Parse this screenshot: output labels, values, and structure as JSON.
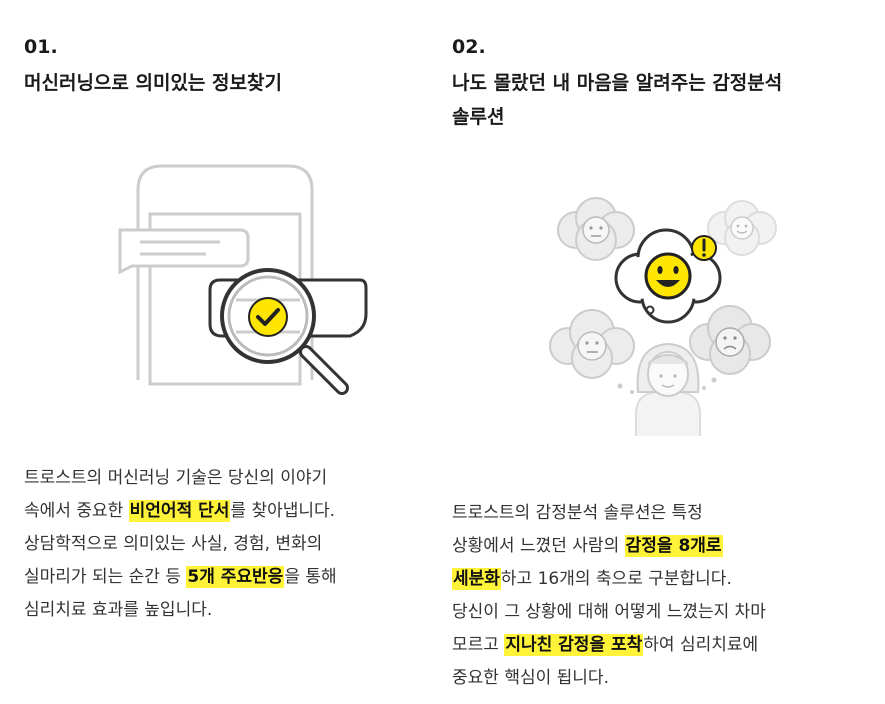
{
  "sections": [
    {
      "number": "01.",
      "title_lines": [
        "머신러닝으로 의미있는 정보찾기"
      ],
      "icons": [
        "phone-icon",
        "chat-bubble-icon",
        "magnifier-check-icon"
      ],
      "desc": [
        {
          "a": "트로스트의 머신러닝 기술은 당신의 이야기",
          "hl": "",
          "b": ""
        },
        {
          "a": "속에서 중요한 ",
          "hl": "비언어적 단서",
          "b": "를 찾아냅니다."
        },
        {
          "a": "상담학적으로 의미있는 사실, 경험, 변화의",
          "hl": "",
          "b": ""
        },
        {
          "a": "실마리가 되는 순간 등 ",
          "hl": "5개 주요반응",
          "b": "을 통해"
        },
        {
          "a": "심리치료 효과를 높입니다.",
          "hl": "",
          "b": ""
        }
      ]
    },
    {
      "number": "02.",
      "title_lines": [
        "나도 몰랐던 내 마음을 알려주는 감정분석",
        "솔루션"
      ],
      "icons": [
        "emotion-clouds-icon",
        "happy-face-icon",
        "exclamation-icon",
        "person-icon"
      ],
      "desc": [
        {
          "a": "트로스트의 감정분석 솔루션은 특정",
          "hl": "",
          "b": ""
        },
        {
          "a": "상황에서 느꼈던 사람의 ",
          "hl": "감정을 8개로",
          "b": ""
        },
        {
          "a": "",
          "hl": "세분화",
          "b": "하고 16개의 축으로 구분합니다."
        },
        {
          "a": "당신이 그 상황에 대해 어떻게 느꼈는지 차마",
          "hl": "",
          "b": ""
        },
        {
          "a": "모르고 ",
          "hl": "지나친 감정을 포착",
          "b": "하여 심리치료에"
        },
        {
          "a": "중요한 핵심이 됩니다.",
          "hl": "",
          "b": ""
        }
      ]
    }
  ],
  "colors": {
    "accent_yellow": "#fff33a",
    "icon_yellow": "#ffe600",
    "line_gray": "#cccccc",
    "dark": "#222222"
  }
}
